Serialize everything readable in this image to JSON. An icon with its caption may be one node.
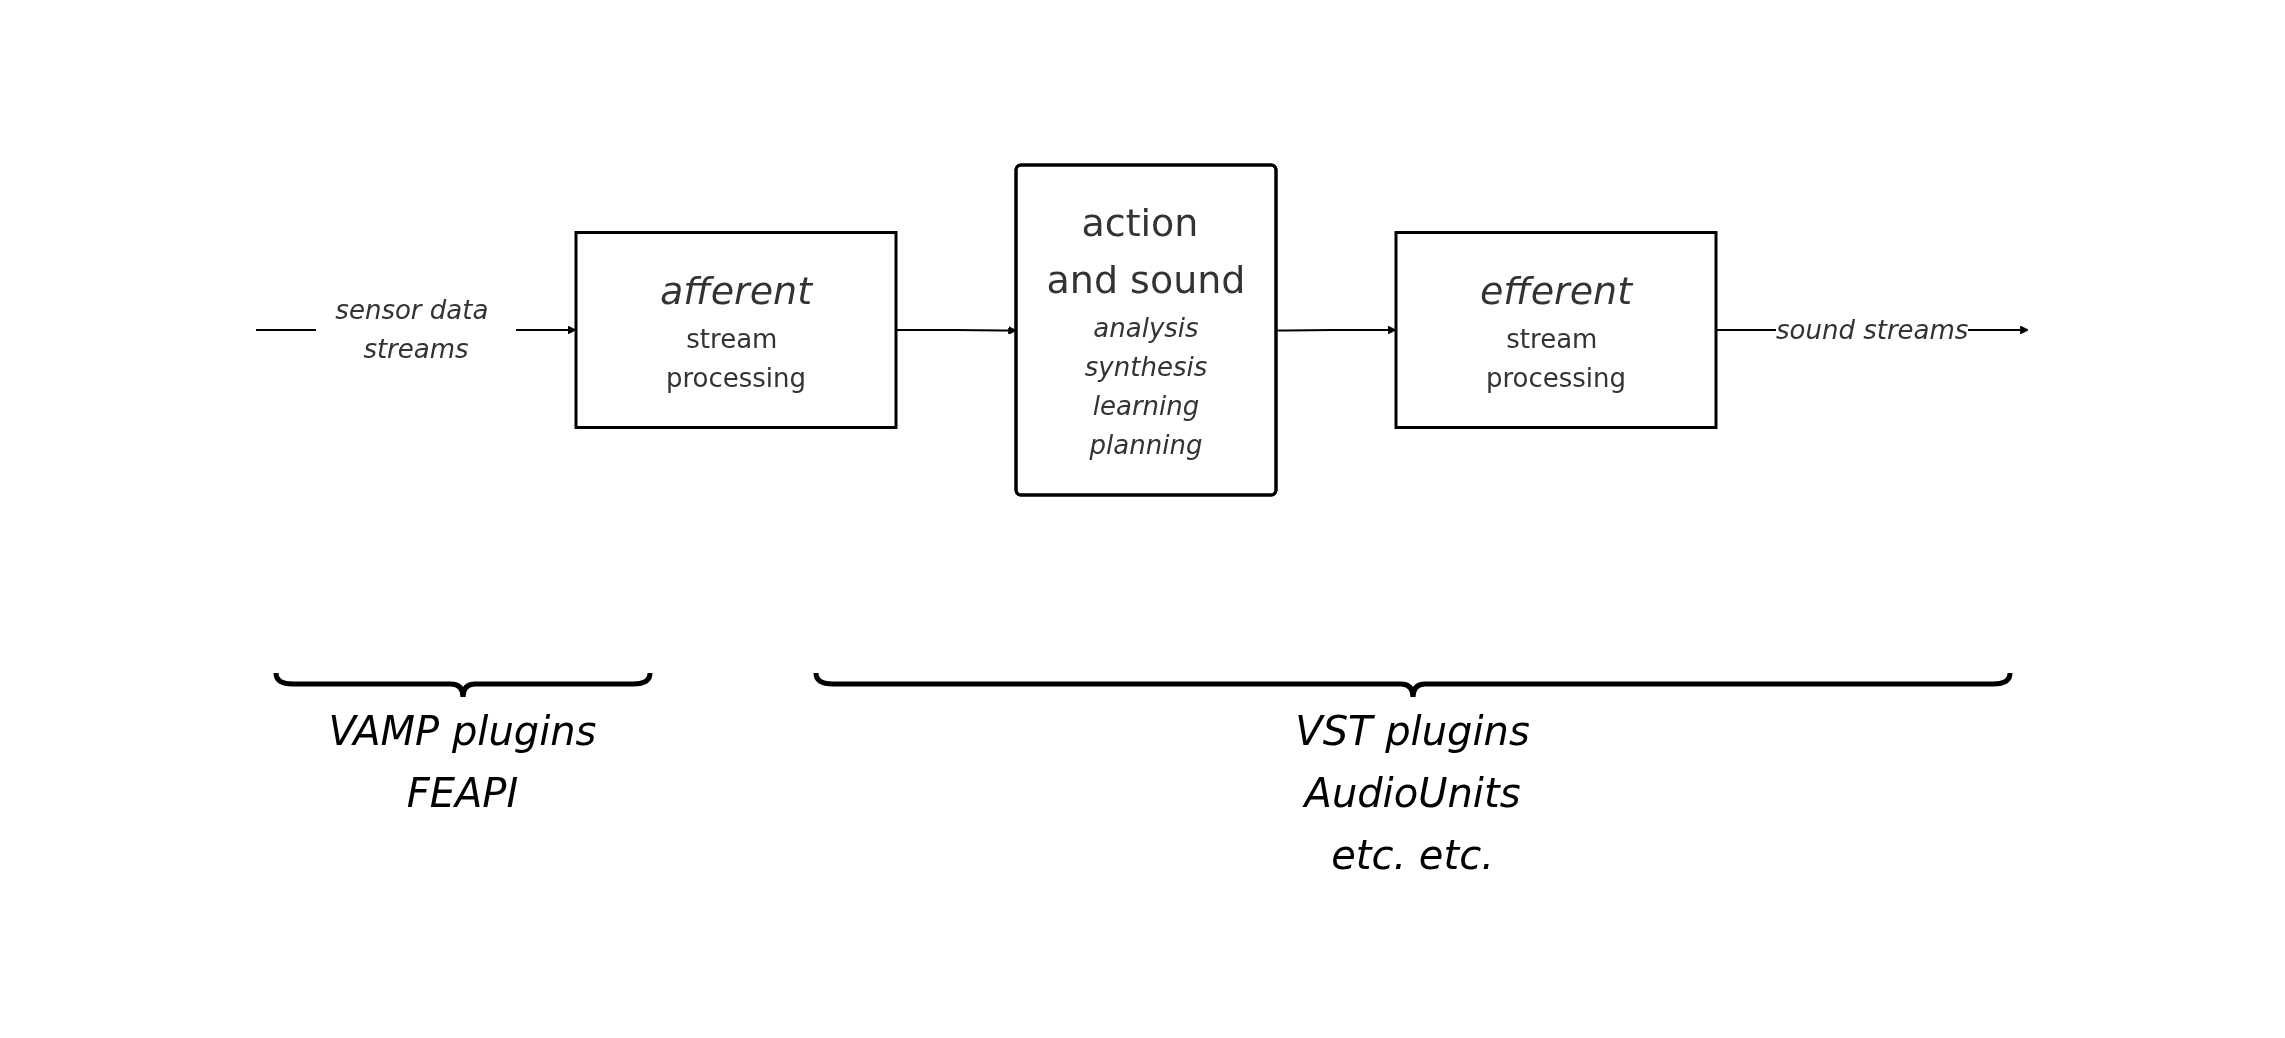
{
  "diagram": {
    "nodes": [
      {
        "text": [
          "afferent",
          "stream processing"
        ]
      },
      {
        "text": [
          "action and sound",
          "analysis",
          "synthesis",
          "learning",
          "planning"
        ]
      },
      {
        "text": [
          "efferent",
          "stream processing"
        ]
      }
    ],
    "edges": [
      {
        "from": null,
        "to": 0,
        "arrow": "to",
        "label": "sensor data streams"
      },
      {
        "from": 0,
        "to": 1,
        "arrow": "to"
      },
      {
        "from": 1,
        "to": 2,
        "arrow": "to"
      },
      {
        "from": 2,
        "to": null,
        "arrow": "to",
        "label": "sound streams"
      }
    ],
    "labels": [
      "VAMP plugins",
      "FEAPI",
      "VST plugins",
      "AudioUnits",
      "etc. etc."
    ]
  }
}
